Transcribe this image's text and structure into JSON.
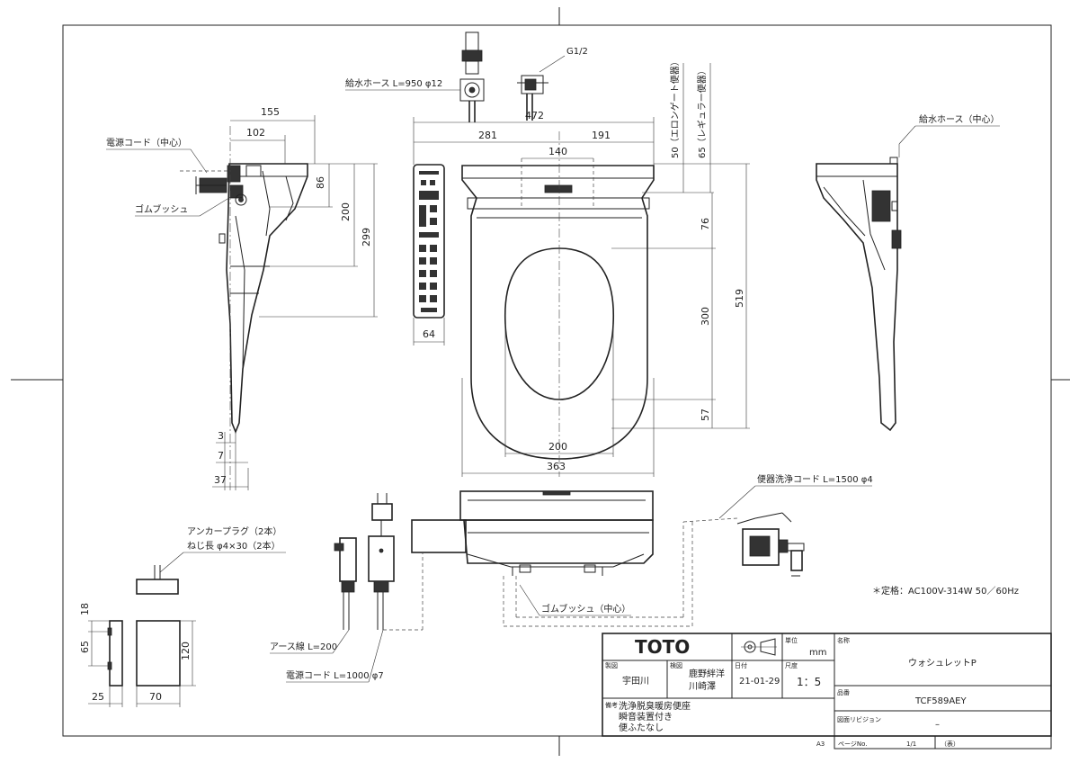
{
  "callouts": {
    "water_hose": "給水ホース L=950 φ12",
    "thread": "G1/2",
    "power_cord_center": "電源コード（中心）",
    "rubber_bush": "ゴムブッシュ",
    "water_hose_center": "給水ホース（中心）",
    "bowl_cord": "便器洗浄コード L=1500 φ4",
    "anchor_plug_1": "アンカープラグ（2本）",
    "anchor_plug_2": "ねじ長 φ4×30（2本）",
    "rating": "＊定格：AC100V-314W 50／60Hz",
    "rubber_bush_center": "ゴムブッシュ（中心）",
    "earth_wire": "アース線 L=200",
    "power_cord": "電源コード L=1000 φ7",
    "elongated": "50（エロンゲート便器）",
    "regular": "65（レギュラー便器）"
  },
  "dimensions": {
    "d155": "155",
    "d102": "102",
    "d86": "86",
    "d200v": "200",
    "d299": "299",
    "d3": "3",
    "d7": "7",
    "d37": "37",
    "d472": "472",
    "d281": "281",
    "d191": "191",
    "d140": "140",
    "d64": "64",
    "d200h": "200",
    "d363": "363",
    "d76": "76",
    "d300": "300",
    "d57": "57",
    "d519": "519",
    "d18": "18",
    "d65": "65",
    "d120": "120",
    "d25": "25",
    "d70": "70"
  },
  "title_block": {
    "logo": "TOTO",
    "unit_label": "単位",
    "unit": "mm",
    "name_label": "名称",
    "product_name": "ウォシュレットP",
    "drafter_label": "製図",
    "drafter": "宇田川",
    "checker_label": "検図",
    "checker_1": "鹿野絆洋",
    "checker_2": "川崎澤",
    "date_label": "日付",
    "date": "21-01-29",
    "scale_label": "尺度",
    "scale": "1：5",
    "part_label": "品番",
    "part_no": "TCF589AEY",
    "note_label": "備考",
    "note_1": "洗浄脱臭暖房便座",
    "note_2": "瞬音装置付き",
    "note_3": "便ふたなし",
    "revision_label": "図面リビジョン",
    "revision": "–",
    "paper": "A3",
    "page_label": "ページNo.",
    "page": "1/1",
    "page_note": "（表）"
  },
  "colors": {
    "line": "#222222",
    "background": "#ffffff"
  }
}
